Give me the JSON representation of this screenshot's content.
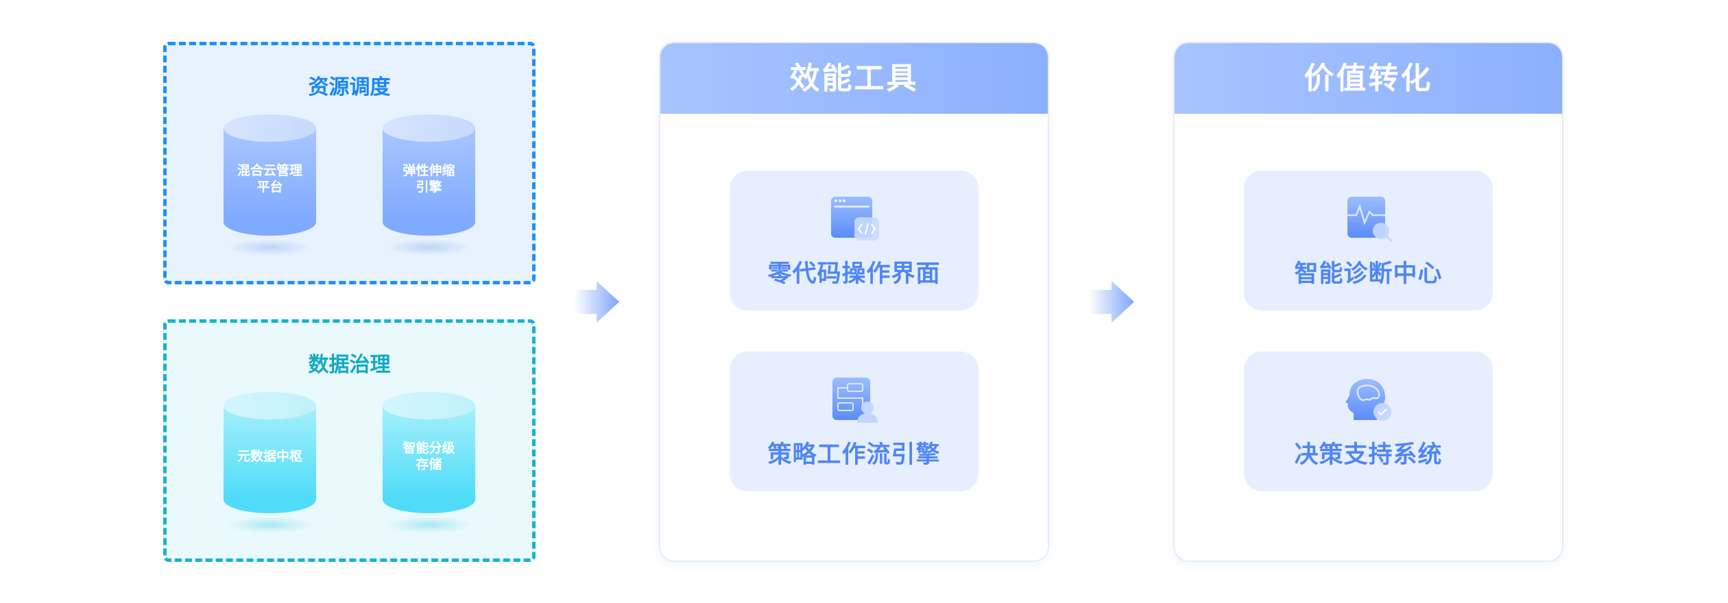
{
  "groups": [
    {
      "title": "资源调度",
      "items": [
        {
          "line1": "混合云管理",
          "line2": "平台"
        },
        {
          "line1": "弹性伸缩",
          "line2": "引擎"
        }
      ]
    },
    {
      "title": "数据治理",
      "items": [
        {
          "line1": "元数据中枢",
          "line2": ""
        },
        {
          "line1": "智能分级",
          "line2": "存储"
        }
      ]
    }
  ],
  "panels": [
    {
      "title": "效能工具",
      "cards": [
        {
          "label": "零代码操作界面",
          "icon": "code-window-icon"
        },
        {
          "label": "策略工作流引擎",
          "icon": "workflow-icon"
        }
      ]
    },
    {
      "title": "价值转化",
      "cards": [
        {
          "label": "智能诊断中心",
          "icon": "diagnosis-icon"
        },
        {
          "label": "决策支持系统",
          "icon": "decision-head-icon"
        }
      ]
    }
  ],
  "colors": {
    "blue_accent": "#1e8fff",
    "teal_accent": "#17b3cb",
    "card_text": "#4f86f6"
  }
}
